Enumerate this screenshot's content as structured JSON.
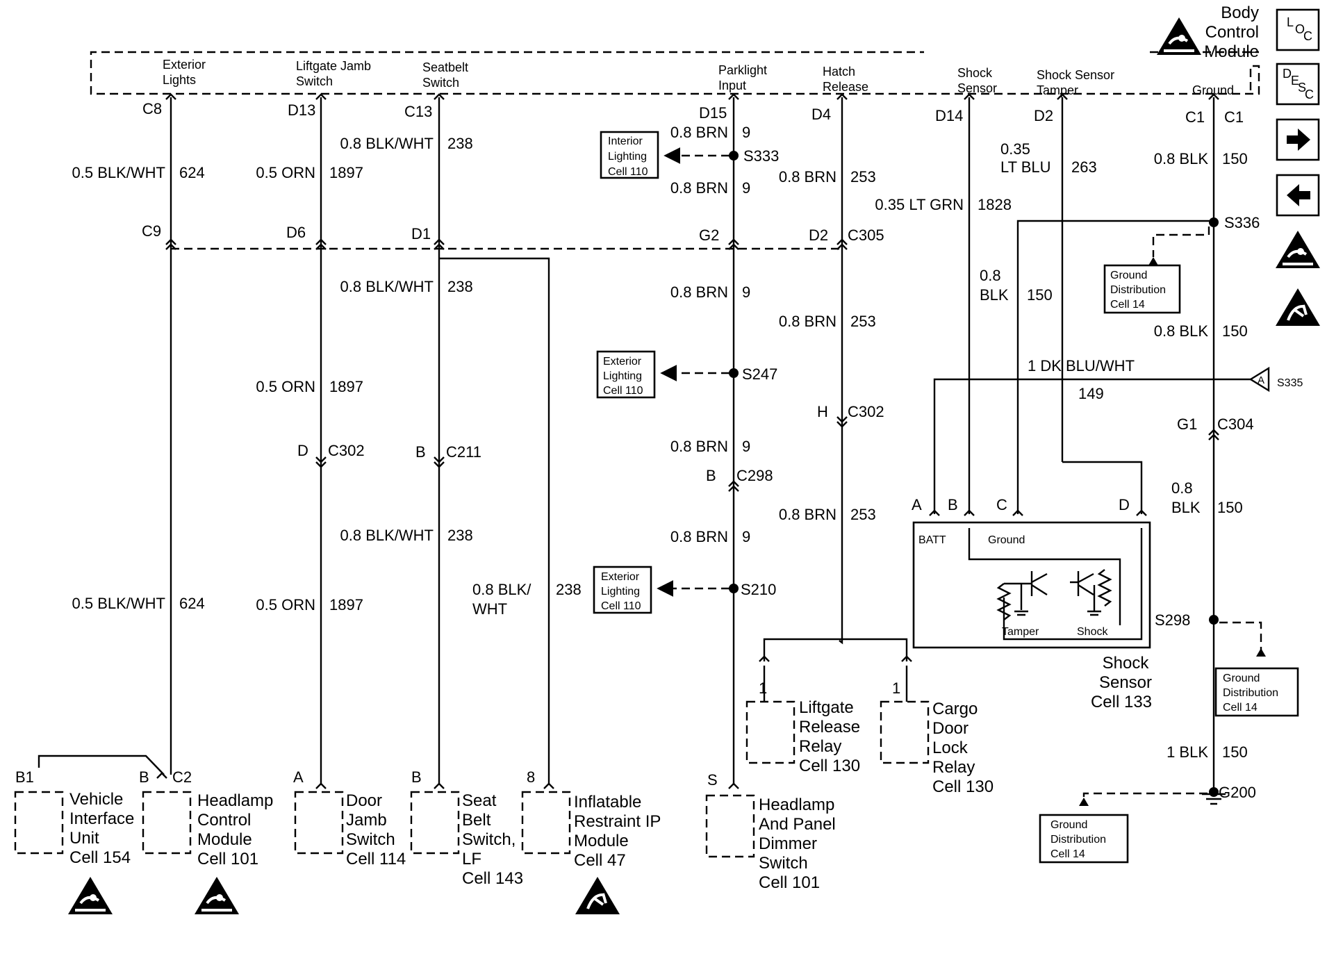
{
  "bcm": {
    "title": [
      "Body",
      "Control",
      "Module"
    ],
    "pins": {
      "exterior_lights": [
        "Exterior",
        "Lights"
      ],
      "liftgate_jamb": [
        "Liftgate Jamb",
        "Switch"
      ],
      "seatbelt": [
        "Seatbelt",
        "Switch"
      ],
      "parklight": [
        "Parklight",
        "Input"
      ],
      "hatch_release": [
        "Hatch",
        "Release"
      ],
      "shock_sensor": [
        "Shock",
        "Sensor"
      ],
      "shock_tamper": [
        "Shock Sensor",
        "Tamper"
      ],
      "ground": "Ground"
    }
  },
  "nav": {
    "loc": [
      "L",
      "O",
      "C"
    ],
    "desc": [
      "D",
      "E",
      "S",
      "C"
    ]
  },
  "connectors": {
    "c8": "C8",
    "d13": "D13",
    "c13": "C13",
    "d15": "D15",
    "d4": "D4",
    "d14": "D14",
    "d2top": "D2",
    "c1a": "C1",
    "c1b": "C1",
    "c9": "C9",
    "d6": "D6",
    "d1": "D1",
    "g2": "G2",
    "d2": "D2",
    "c305": "C305",
    "d302": "D",
    "c302a": "C302",
    "b211": "B",
    "c211": "C211",
    "h302": "H",
    "c302b": "C302",
    "b298": "B",
    "c298": "C298",
    "g1": "G1",
    "c304": "C304",
    "ss_a": "A",
    "ss_b": "B",
    "ss_c": "C",
    "ss_d": "D"
  },
  "wires": {
    "w1": [
      "0.5 BLK/WHT",
      "624"
    ],
    "w2": [
      "0.5 ORN",
      "1897"
    ],
    "w3": [
      "0.8 BLK/WHT",
      "238"
    ],
    "w4": [
      "0.8 BRN",
      "9"
    ],
    "w5": [
      "0.8 BRN",
      "9"
    ],
    "w6": [
      "0.8 BRN",
      "253"
    ],
    "w7": [
      "0.35",
      "LT BLU",
      "263"
    ],
    "w8": [
      "0.8 BLK",
      "150"
    ],
    "w9": [
      "0.35 LT GRN",
      "1828"
    ],
    "w10": [
      "0.8 BLK/WHT",
      "238"
    ],
    "w11": [
      "0.8 BRN",
      "9"
    ],
    "w12": [
      "0.8 BRN",
      "253"
    ],
    "w13": [
      "0.8",
      "BLK",
      "150"
    ],
    "w14": [
      "0.8 BLK",
      "150"
    ],
    "w15": [
      "1 DK BLU/WHT",
      "149"
    ],
    "w16": [
      "0.5 ORN",
      "1897"
    ],
    "w17": [
      "0.8 BRN",
      "9"
    ],
    "w18": [
      "0.8 BLK/WHT",
      "238"
    ],
    "w19": [
      "0.8 BRN",
      "253"
    ],
    "w20": [
      "0.8 BRN",
      "9"
    ],
    "w21": [
      "0.8",
      "BLK",
      "150"
    ],
    "w22": [
      "0.5 BLK/WHT",
      "624"
    ],
    "w23": [
      "0.5 ORN",
      "1897"
    ],
    "w24": [
      "0.8 BLK/",
      "WHT",
      "238"
    ],
    "w25": [
      "1 BLK",
      "150"
    ]
  },
  "splices": {
    "s333": "S333",
    "s247": "S247",
    "s210": "S210",
    "s336": "S336",
    "s298": "S298",
    "g200": "G200",
    "s335": "S335",
    "s335_pin": "A"
  },
  "refs": {
    "interior_lighting": [
      "Interior",
      "Lighting",
      "Cell 110"
    ],
    "exterior_lighting_1": [
      "Exterior",
      "Lighting",
      "Cell 110"
    ],
    "exterior_lighting_2": [
      "Exterior",
      "Lighting",
      "Cell 110"
    ],
    "ground_dist_1": [
      "Ground",
      "Distribution",
      "Cell 14"
    ],
    "ground_dist_2": [
      "Ground",
      "Distribution",
      "Cell 14"
    ],
    "ground_dist_3": [
      "Ground",
      "Distribution",
      "Cell 14"
    ]
  },
  "shock_sensor": {
    "batt": "BATT",
    "ground": "Ground",
    "tamper": "Tamper",
    "shock": "Shock",
    "label": [
      "Shock",
      "Sensor",
      "Cell 133"
    ]
  },
  "relays": {
    "liftgate": {
      "pin": "1",
      "label": [
        "Liftgate",
        "Release",
        "Relay",
        "Cell 130"
      ]
    },
    "cargo": {
      "pin": "1",
      "label": [
        "Cargo",
        "Door",
        "Lock",
        "Relay",
        "Cell 130"
      ]
    }
  },
  "components": {
    "viu": {
      "pin": "B1",
      "label": [
        "Vehicle",
        "Interface",
        "Unit",
        "Cell 154"
      ]
    },
    "hcm": {
      "pin_b": "B",
      "pin": "C2",
      "label": [
        "Headlamp",
        "Control",
        "Module",
        "Cell 101"
      ]
    },
    "door_jamb": {
      "pin": "A",
      "label": [
        "Door",
        "Jamb",
        "Switch",
        "Cell 114"
      ]
    },
    "seat_belt": {
      "pin": "B",
      "label": [
        "Seat",
        "Belt",
        "Switch,",
        "LF",
        "Cell 143"
      ]
    },
    "inflatable": {
      "pin": "8",
      "label": [
        "Inflatable",
        "Restraint IP",
        "Module",
        "Cell 47"
      ]
    },
    "headlamp_dimmer": {
      "pin": "S",
      "label": [
        "Headlamp",
        "And Panel",
        "Dimmer",
        "Switch",
        "Cell 101"
      ]
    }
  }
}
